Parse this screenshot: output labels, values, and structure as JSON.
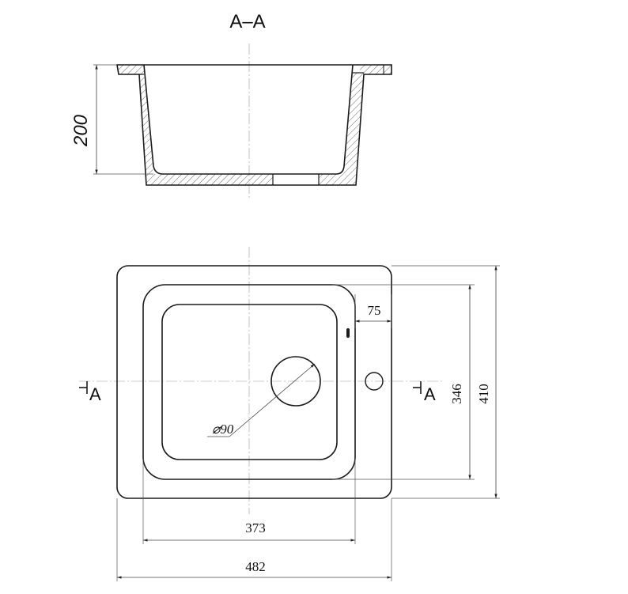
{
  "section_title": "A–A",
  "dimensions": {
    "depth": "200",
    "faucet_offset": "75",
    "drain_diameter": "⌀90",
    "inner_depth": "346",
    "outer_depth": "410",
    "inner_width": "373",
    "outer_width": "482"
  },
  "section_marks": {
    "left": "A",
    "right": "A"
  }
}
